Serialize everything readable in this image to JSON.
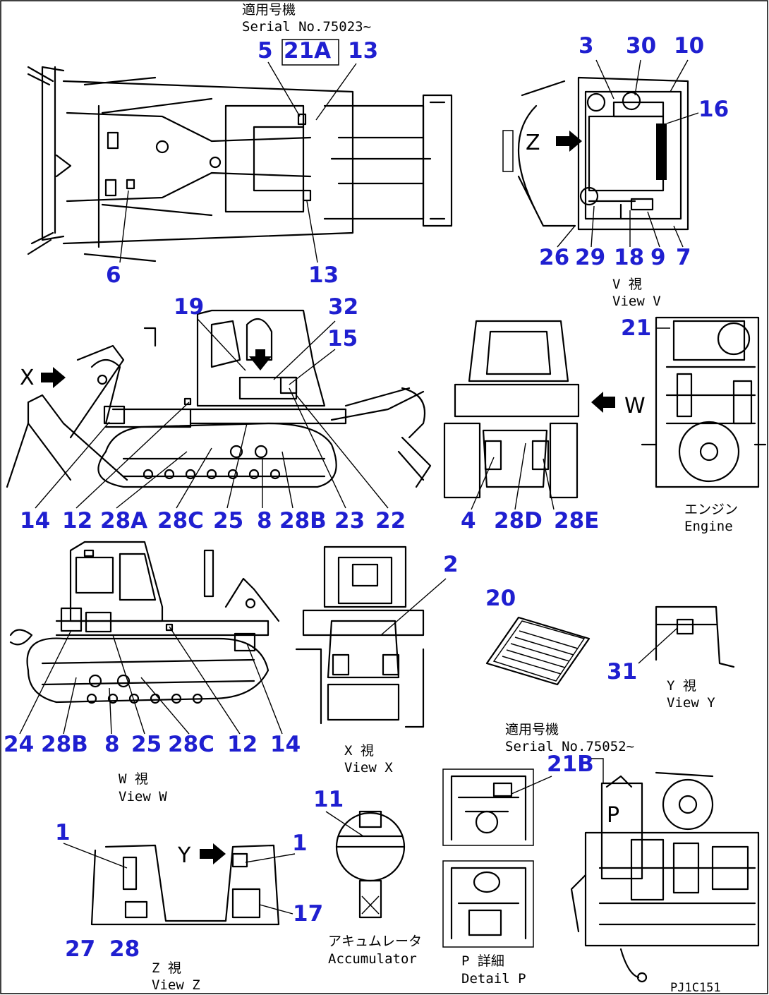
{
  "serial_top": {
    "jp": "適用号機",
    "en": "Serial No.75023~"
  },
  "serial_bottom": {
    "jp": "適用号機",
    "en": "Serial No.75052~"
  },
  "drawing_code": "PJ1C151",
  "view_labels": {
    "view_v": {
      "jp": "V 視",
      "en": "View V"
    },
    "view_w": {
      "jp": "W 視",
      "en": "View W"
    },
    "view_x": {
      "jp": "X 視",
      "en": "View X"
    },
    "view_y": {
      "jp": "Y 視",
      "en": "View Y"
    },
    "view_z": {
      "jp": "Z 視",
      "en": "View Z"
    },
    "engine": {
      "jp": "エンジン",
      "en": "Engine"
    },
    "accumulator": {
      "jp": "アキュムレータ",
      "en": "Accumulator"
    },
    "detail_p": {
      "jp": "P 詳細",
      "en": "Detail P"
    }
  },
  "view_letters": {
    "z": "Z",
    "x": "X",
    "w": "W",
    "y": "Y",
    "p": "P"
  },
  "callouts": {
    "c_5": "5",
    "c_21A": "21A",
    "c_13a": "13",
    "c_6": "6",
    "c_13b": "13",
    "c_3": "3",
    "c_30": "30",
    "c_10": "10",
    "c_16": "16",
    "c_26": "26",
    "c_29": "29",
    "c_18": "18",
    "c_9": "9",
    "c_7": "7",
    "c_19": "19",
    "c_32": "32",
    "c_15": "15",
    "c_14a": "14",
    "c_12a": "12",
    "c_28A": "28A",
    "c_28Ca": "28C",
    "c_25a": "25",
    "c_8a": "8",
    "c_28Ba": "28B",
    "c_23": "23",
    "c_22": "22",
    "c_4": "4",
    "c_28D": "28D",
    "c_28E": "28E",
    "c_21": "21",
    "c_2": "2",
    "c_20": "20",
    "c_31": "31",
    "c_24": "24",
    "c_28Bb": "28B",
    "c_8b": "8",
    "c_25b": "25",
    "c_28Cb": "28C",
    "c_12b": "12",
    "c_14b": "14",
    "c_1a": "1",
    "c_1b": "1",
    "c_11": "11",
    "c_17": "17",
    "c_27": "27",
    "c_28": "28",
    "c_21B": "21B"
  }
}
